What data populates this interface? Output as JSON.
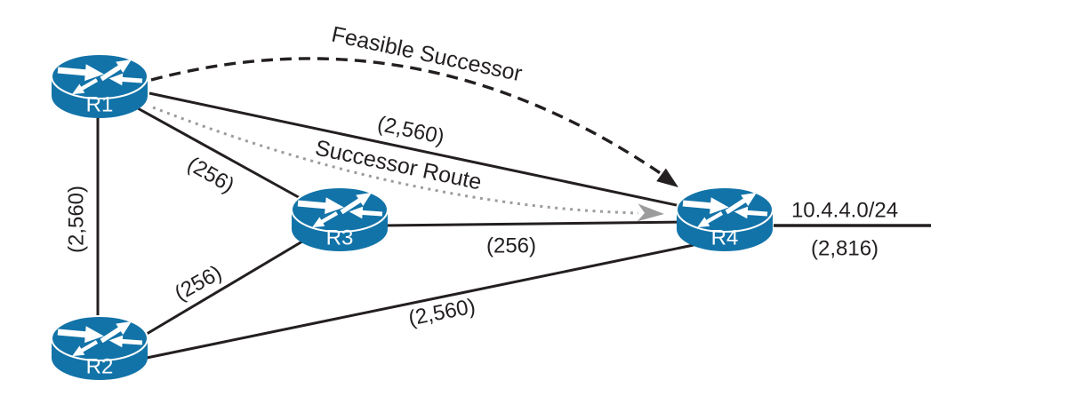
{
  "colors": {
    "router_blue": "#1273a8",
    "line_black": "#231f20",
    "successor_gray": "#9c9c9c",
    "background": "#ffffff"
  },
  "routers": [
    {
      "label": "R1"
    },
    {
      "label": "R2"
    },
    {
      "label": "R3"
    },
    {
      "label": "R4"
    }
  ],
  "links": {
    "r1_r2": {
      "cost": "(2,560)"
    },
    "r1_r4": {
      "cost": "(2,560)"
    },
    "r1_r3": {
      "cost": "(256)"
    },
    "r2_r3": {
      "cost": "(256)"
    },
    "r3_r4": {
      "cost": "(256)"
    },
    "r2_r4": {
      "cost": "(2,560)"
    }
  },
  "routes": {
    "feasible_successor": {
      "label": "Feasible Successor"
    },
    "successor": {
      "label": "Successor Route"
    }
  },
  "network": {
    "prefix": "10.4.4.0/24",
    "metric": "(2,816)"
  }
}
